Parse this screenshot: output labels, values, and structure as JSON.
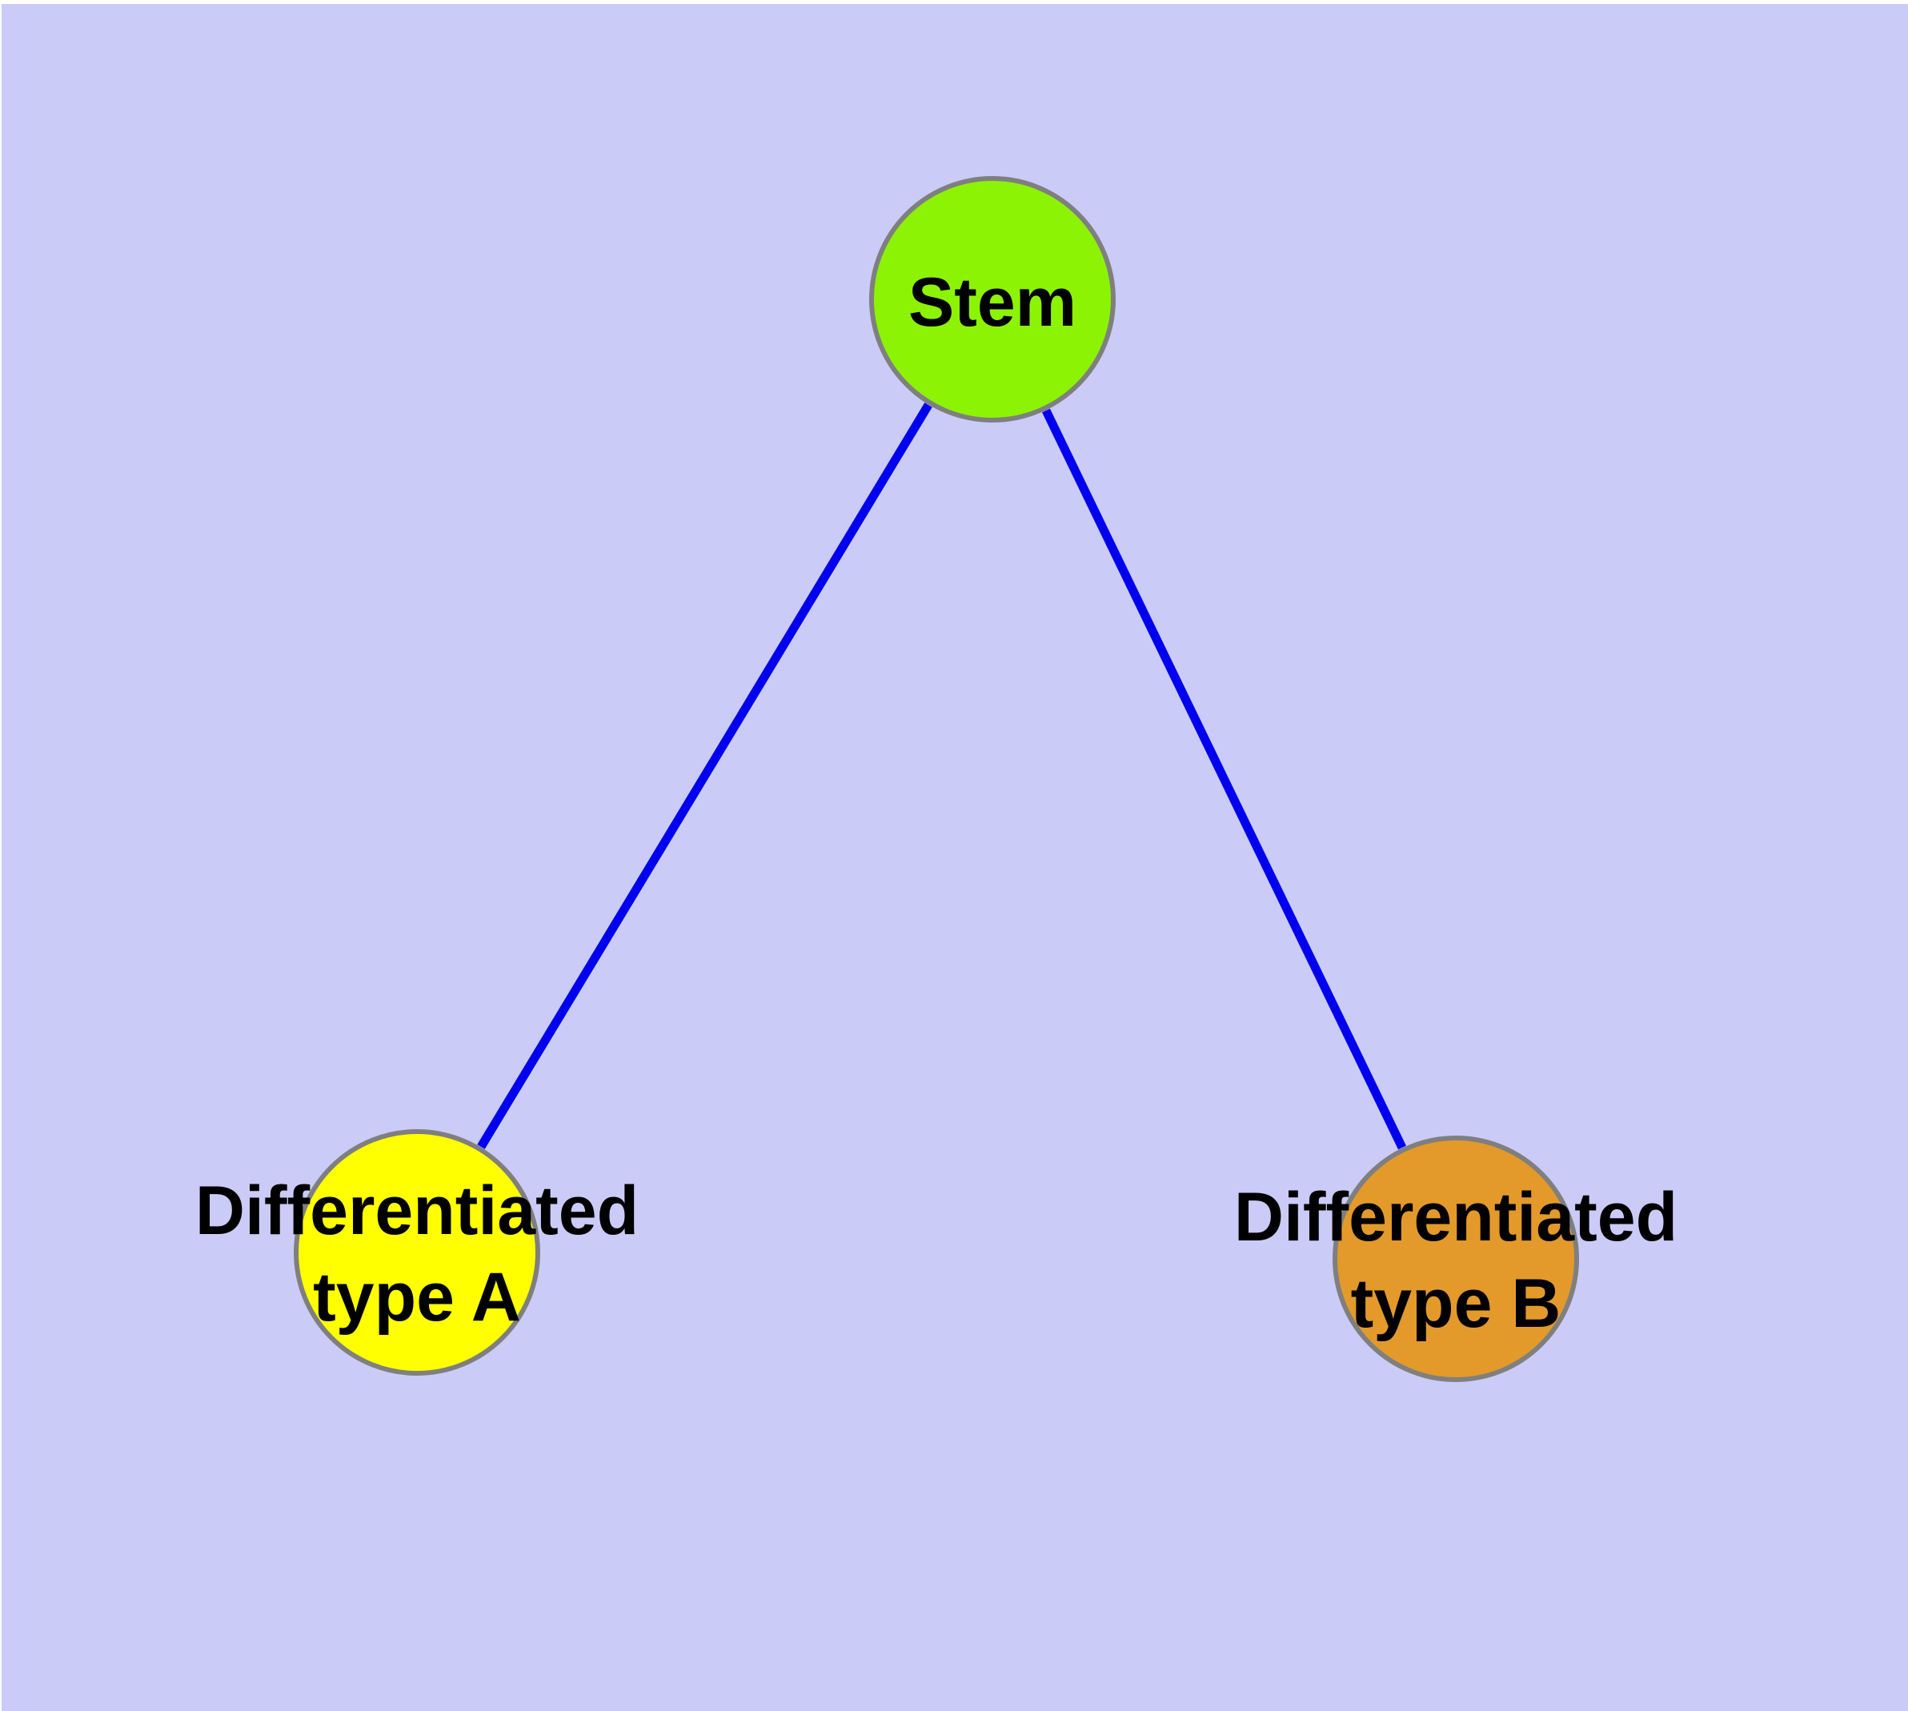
{
  "figure": {
    "type": "graph-diagram",
    "background_color": "#cbcbf7",
    "margin_color": "#ffffff",
    "text_color": "#000000",
    "node_border_color": "#7f7f7f"
  },
  "nodes": {
    "stem": {
      "label": "Stem",
      "fill": "#8df304"
    },
    "type_a": {
      "label_line1": "Differentiated",
      "label_line2": "type A",
      "label_full": "Differentiated type A",
      "fill": "#ffff00"
    },
    "type_b": {
      "label_line1": "Differentiated",
      "label_line2": "type B",
      "label_full": "Differentiated type B",
      "fill": "#e39a2b"
    }
  },
  "edges": {
    "color": "#0000ee",
    "stem_to_type_a": {
      "from": "Stem",
      "to": "Differentiated type A"
    },
    "stem_to_type_b": {
      "from": "Stem",
      "to": "Differentiated type B"
    }
  }
}
